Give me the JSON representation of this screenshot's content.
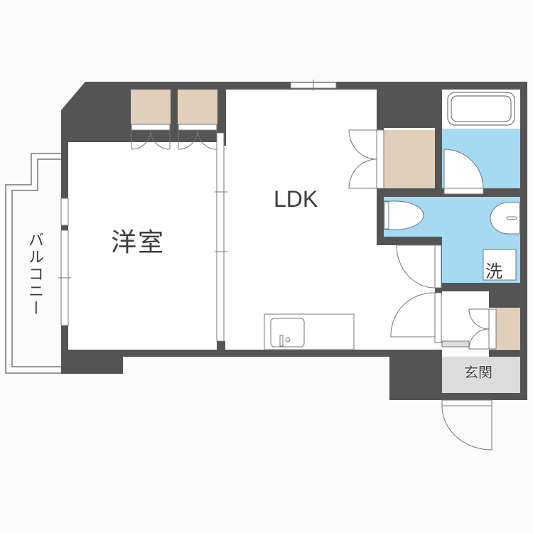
{
  "floor_plan": {
    "rooms": [
      {
        "id": "western",
        "label": "洋室",
        "type": "bedroom"
      },
      {
        "id": "ldk",
        "label": "LDK",
        "type": "living-dining-kitchen"
      },
      {
        "id": "balcony",
        "label": "バルコニー",
        "type": "balcony"
      },
      {
        "id": "washing",
        "label": "洗",
        "type": "washing-machine-space"
      },
      {
        "id": "genkan",
        "label": "玄関",
        "type": "entrance"
      }
    ],
    "fixtures": [
      "closet",
      "closet",
      "closet",
      "closet",
      "bathtub",
      "toilet",
      "wash-basin",
      "kitchen-sink"
    ],
    "colors": {
      "wall": "#545454",
      "storage": "#e0d0bb",
      "wet_area": "#a5daf2",
      "entrance": "#dcdcdc",
      "floor": "#ffffff",
      "background": "#fbfbfb"
    }
  }
}
